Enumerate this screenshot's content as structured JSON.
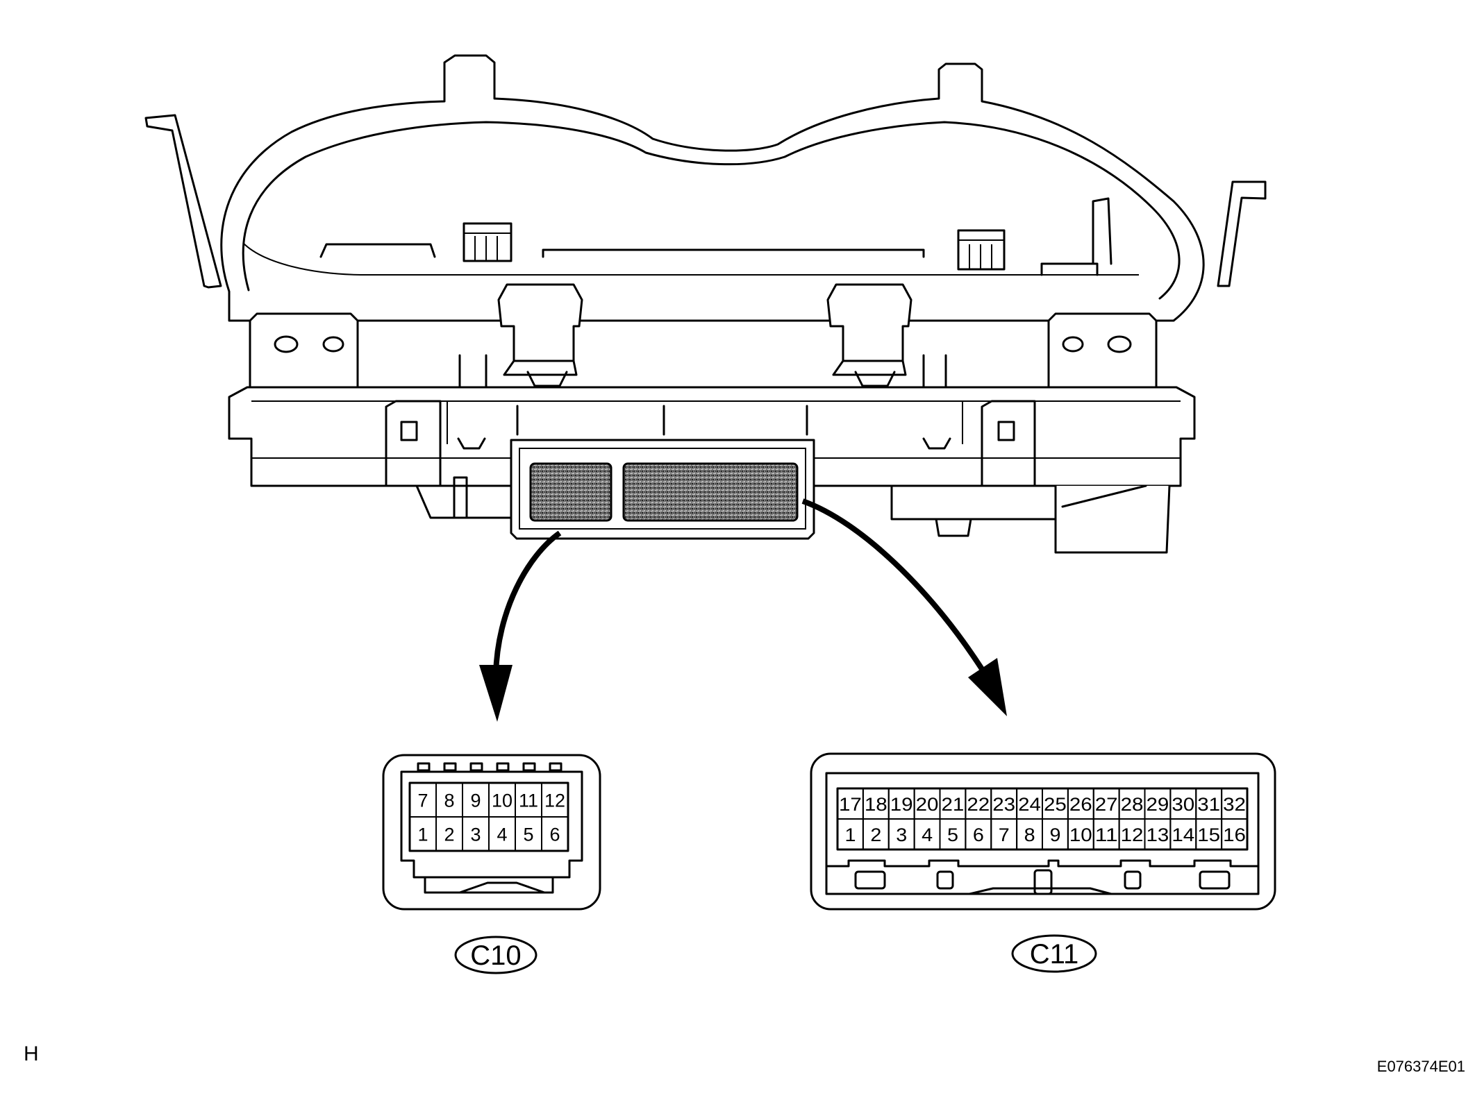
{
  "connectors": [
    {
      "label": "C10",
      "top_row": [
        "7",
        "8",
        "9",
        "10",
        "11",
        "12"
      ],
      "bottom_row": [
        "1",
        "2",
        "3",
        "4",
        "5",
        "6"
      ]
    },
    {
      "label": "C11",
      "top_row": [
        "17",
        "18",
        "19",
        "20",
        "21",
        "22",
        "23",
        "24",
        "25",
        "26",
        "27",
        "28",
        "29",
        "30",
        "31",
        "32"
      ],
      "bottom_row": [
        "1",
        "2",
        "3",
        "4",
        "5",
        "6",
        "7",
        "8",
        "9",
        "10",
        "11",
        "12",
        "13",
        "14",
        "15",
        "16"
      ]
    }
  ],
  "corner_left": "H",
  "figure_id": "E076374E01"
}
